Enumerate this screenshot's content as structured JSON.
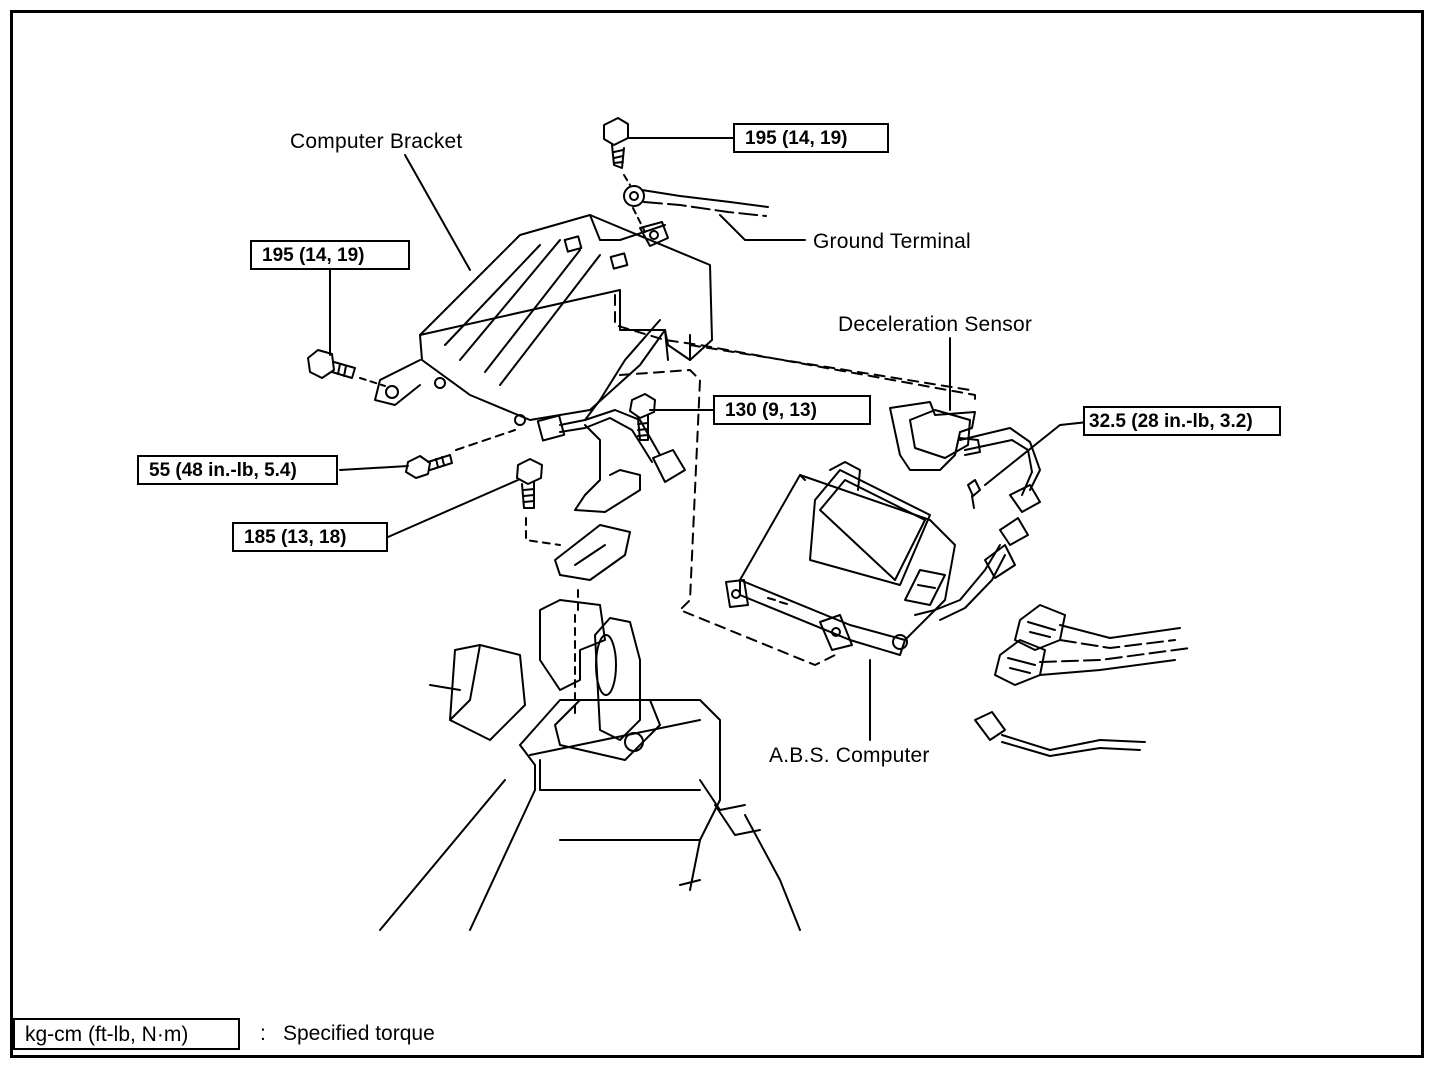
{
  "labels": {
    "computer_bracket": "Computer Bracket",
    "ground_terminal": "Ground Terminal",
    "deceleration_sensor": "Deceleration Sensor",
    "abs_computer": "A.B.S. Computer"
  },
  "torques": {
    "ground_bolt": "195 (14, 19)",
    "bracket_bolt_left": "195 (14, 19)",
    "bolt_130": "130 (9, 13)",
    "sensor_bolt": "32.5 (28 in.-lb, 3.2)",
    "bolt_55": "55 (48 in.-lb, 5.4)",
    "bolt_185": "185 (13, 18)"
  },
  "legend": {
    "unit": "kg-cm (ft-lb, N·m)",
    "separator": ":",
    "meaning": "Specified torque"
  }
}
